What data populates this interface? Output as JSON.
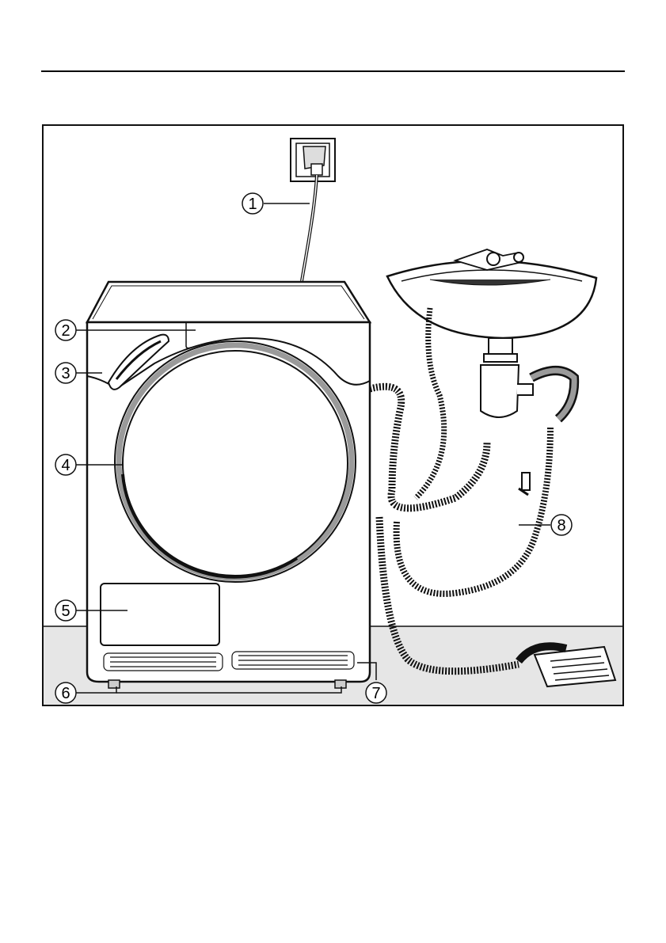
{
  "callouts": [
    {
      "number": "1",
      "glyph": "①"
    },
    {
      "number": "2",
      "glyph": "②"
    },
    {
      "number": "3",
      "glyph": "③"
    },
    {
      "number": "4",
      "glyph": "④"
    },
    {
      "number": "5",
      "glyph": "⑤"
    },
    {
      "number": "6",
      "glyph": "⑥"
    },
    {
      "number": "7",
      "glyph": "⑦"
    },
    {
      "number": "8",
      "glyph": "⑧"
    }
  ],
  "colors": {
    "floor": "#e6e6e6",
    "line": "#111111",
    "door_ring": "#9a9a9a"
  }
}
